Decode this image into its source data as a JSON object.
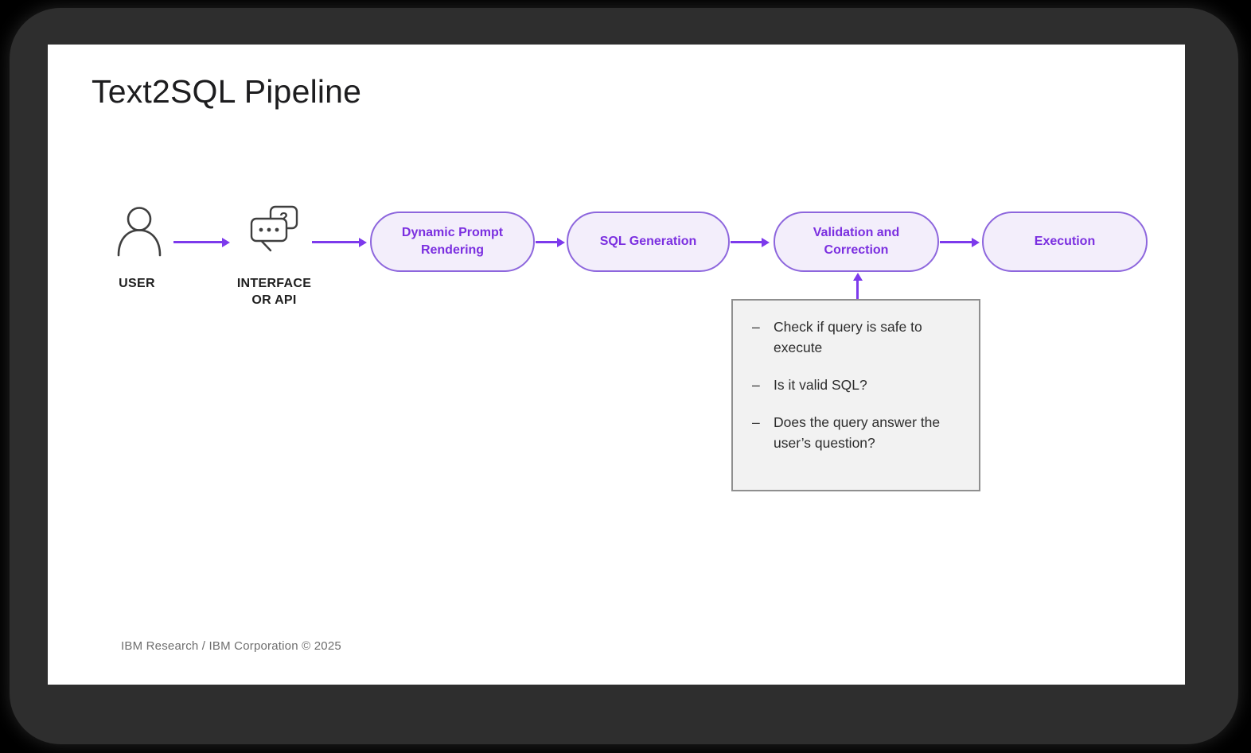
{
  "title": "Text2SQL Pipeline",
  "footer": "IBM Research / IBM Corporation © 2025",
  "icons": {
    "question_glyph": "?"
  },
  "actors": [
    {
      "label": "USER",
      "icon": "person-icon"
    },
    {
      "label": "INTERFACE OR API",
      "icon": "chat-bubbles-icon"
    }
  ],
  "stages": [
    {
      "label": "Dynamic Prompt Rendering"
    },
    {
      "label": "SQL Generation"
    },
    {
      "label": "Validation and Correction"
    },
    {
      "label": "Execution"
    }
  ],
  "note": {
    "attached_to": "Validation and Correction",
    "bullet_glyph": "–",
    "items": [
      "Check if query is safe to execute",
      "Is it valid SQL?",
      "Does the query answer the user’s question?"
    ]
  },
  "colors": {
    "accent_purple": "#7d3aec",
    "pill_border": "#8d66dd",
    "pill_fill": "#f3eefb",
    "pill_text": "#7b2fe0",
    "note_bg": "#f2f2f2",
    "note_border": "#8f8f8f",
    "frame_bg": "#2e2e2e",
    "title_text": "#1d1d1f",
    "footer_text": "#6e6e6e"
  }
}
